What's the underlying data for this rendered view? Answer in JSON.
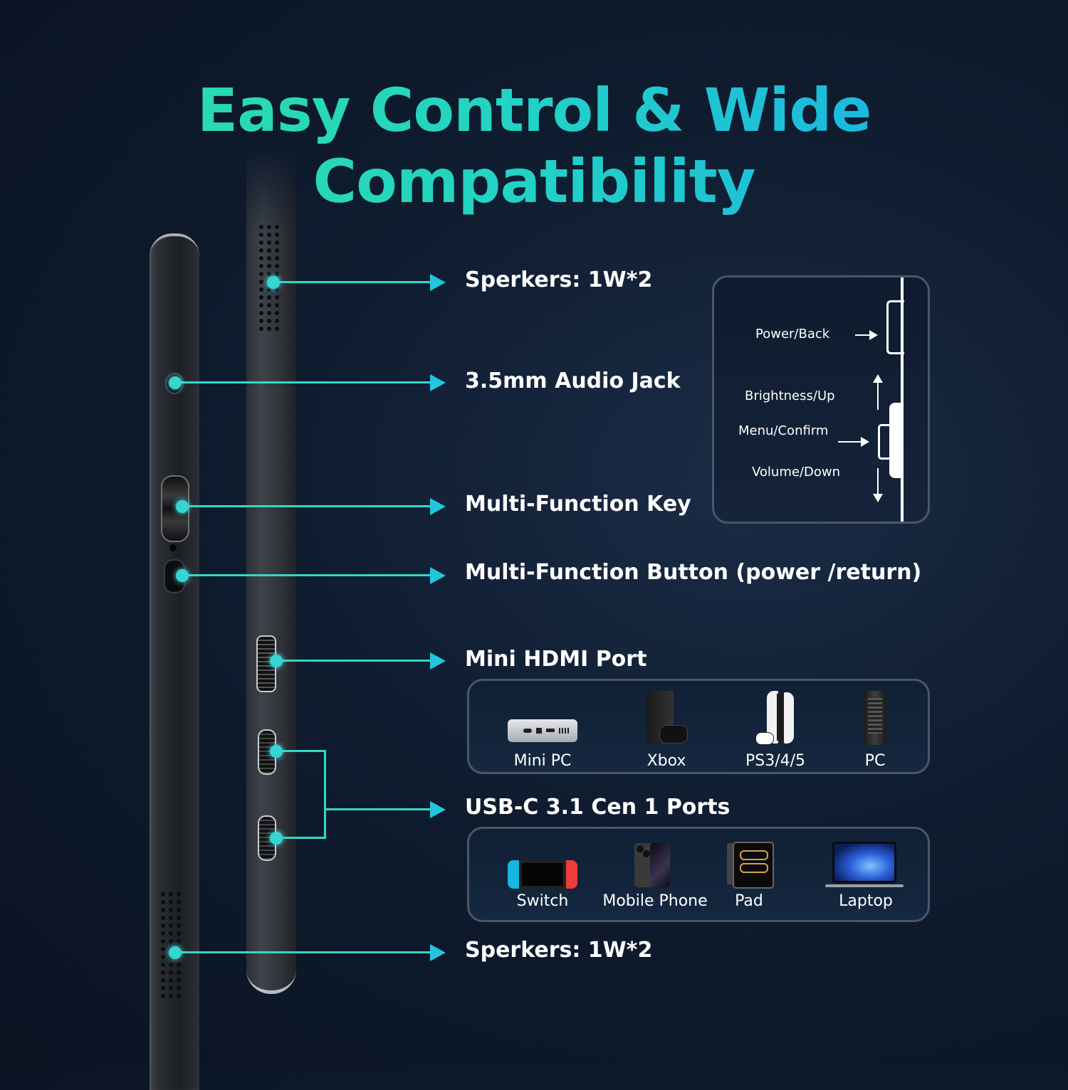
{
  "title": {
    "line1": "Easy Control & Wide",
    "line2": "Compatibility"
  },
  "labels": {
    "speakers_top": "Sperkers: 1W*2",
    "audio_jack": "3.5mm Audio Jack",
    "multi_key": "Multi-Function Key",
    "multi_button": "Multi-Function Button (power /return)",
    "mini_hdmi": "Mini HDMI Port",
    "usbc": "USB-C 3.1 Cen 1 Ports",
    "speakers_bottom": "Sperkers: 1W*2"
  },
  "key_diagram": {
    "power_back": "Power/Back",
    "brightness_up": "Brightness/Up",
    "menu_confirm": "Menu/Confirm",
    "volume_down": "Volume/Down"
  },
  "hdmi_devices": [
    {
      "name": "Mini PC",
      "icon": "mini-pc-icon"
    },
    {
      "name": "Xbox",
      "icon": "xbox-icon"
    },
    {
      "name": "PS3/4/5",
      "icon": "playstation-icon"
    },
    {
      "name": "PC",
      "icon": "pc-tower-icon"
    }
  ],
  "usbc_devices": [
    {
      "name": "Switch",
      "icon": "switch-icon"
    },
    {
      "name": "Mobile Phone",
      "icon": "phone-icon"
    },
    {
      "name": "Pad",
      "icon": "tablet-icon"
    },
    {
      "name": "Laptop",
      "icon": "laptop-icon"
    }
  ],
  "colors": {
    "accent_start": "#2de0a0",
    "accent_end": "#18a9ec",
    "lead": "#33d7c8"
  }
}
